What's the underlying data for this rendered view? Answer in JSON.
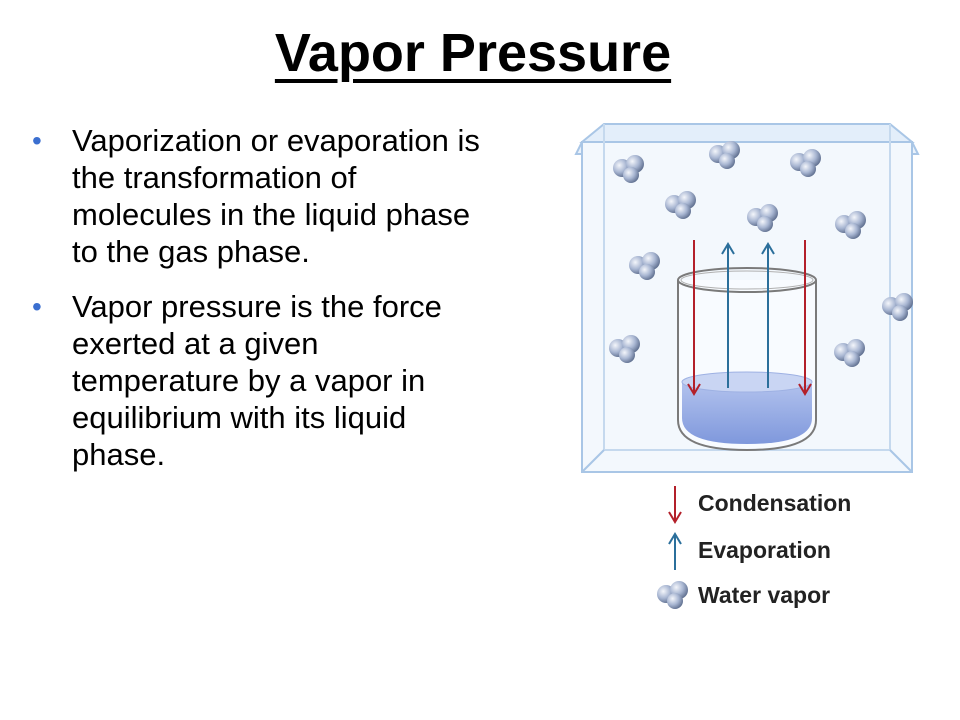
{
  "slide": {
    "title": "Vapor Pressure",
    "bullets": [
      "Vaporization or evaporation is the transformation of molecules in the liquid phase to the gas phase.",
      "Vapor pressure is the force exerted at a given temperature by a vapor in equilibrium with its liquid phase."
    ]
  },
  "figure": {
    "legend": {
      "condensation": "Condensation",
      "evaporation": "Evaporation",
      "water_vapor": "Water vapor"
    },
    "colors": {
      "condensation": "#b3202a",
      "evaporation": "#2b6f9b",
      "liquid": "#8fa6e0",
      "box_edge": "#a9c6e6",
      "molecule": "#7f92b3"
    },
    "icons": [
      "down-arrow-icon",
      "up-arrow-icon",
      "molecule-icon"
    ]
  }
}
